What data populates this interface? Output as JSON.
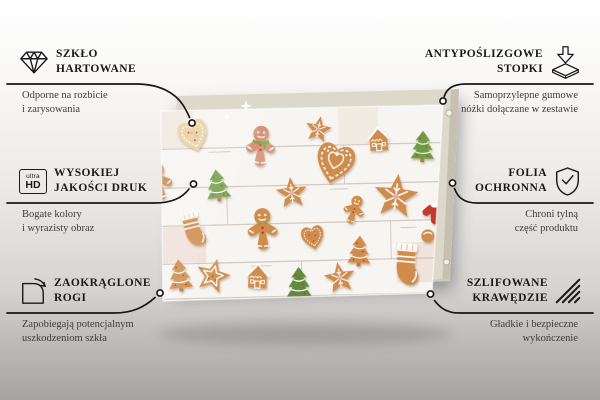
{
  "colors": {
    "line": "#161616",
    "title_text": "#1a1a1a",
    "description_text": "#3d3d3d",
    "background_top": "#ffffff",
    "background_bottom": "#a5a4a3",
    "board_backing": "#dcd8ca",
    "wood": "#f7f5f1",
    "gingerbread": "#cf8c4c",
    "icing": "#ffffff",
    "tree_green": "#6f9c44",
    "accent_red": "#c23b2c"
  },
  "product_image": {
    "alt": "Gingerbread Christmas cookies (men, stars, hearts, trees, stockings, houses) on white wooden planks, printed on a glass board with a beige backing panel"
  },
  "callouts": [
    {
      "id": "szklo-hartowane",
      "side": "left",
      "icon": "diamond-icon",
      "title1": "SZKŁO",
      "title2": "HARTOWANE",
      "desc1": "Odporne na rozbicie",
      "desc2": "i zarysowania"
    },
    {
      "id": "wysokiej-jakosci-druk",
      "side": "left",
      "icon": "ultra-hd-icon",
      "icon_top": "ultra",
      "icon_bottom": "HD",
      "title1": "WYSOKIEJ",
      "title2": "JAKOŚCI DRUK",
      "desc1": "Bogate kolory",
      "desc2": "i wyrazisty obraz"
    },
    {
      "id": "zaokraglone-rogi",
      "side": "left",
      "icon": "rounded-corner-icon",
      "title1": "ZAOKRĄGLONE",
      "title2": "ROGI",
      "desc1": "Zapobiegają potencjalnym",
      "desc2": "uszkodzeniom szkła"
    },
    {
      "id": "antyposlizgowe-stopki",
      "side": "right",
      "icon": "anti-slip-feet-icon",
      "title1": "ANTYPOŚLIZGOWE",
      "title2": "STOPKI",
      "desc1": "Samoprzylepne gumowe",
      "desc2": "nóżki dołączane w zestawie"
    },
    {
      "id": "folia-ochronna",
      "side": "right",
      "icon": "shield-check-icon",
      "title1": "FOLIA",
      "title2": "OCHRONNA",
      "desc1": "Chroni tylną",
      "desc2": "część produktu"
    },
    {
      "id": "szlifowane-krawedzie",
      "side": "right",
      "icon": "ground-edges-icon",
      "title1": "SZLIFOWANE",
      "title2": "KRAWĘDZIE",
      "desc1": "Gładkie i bezpieczne",
      "desc2": "wykończenie"
    }
  ]
}
